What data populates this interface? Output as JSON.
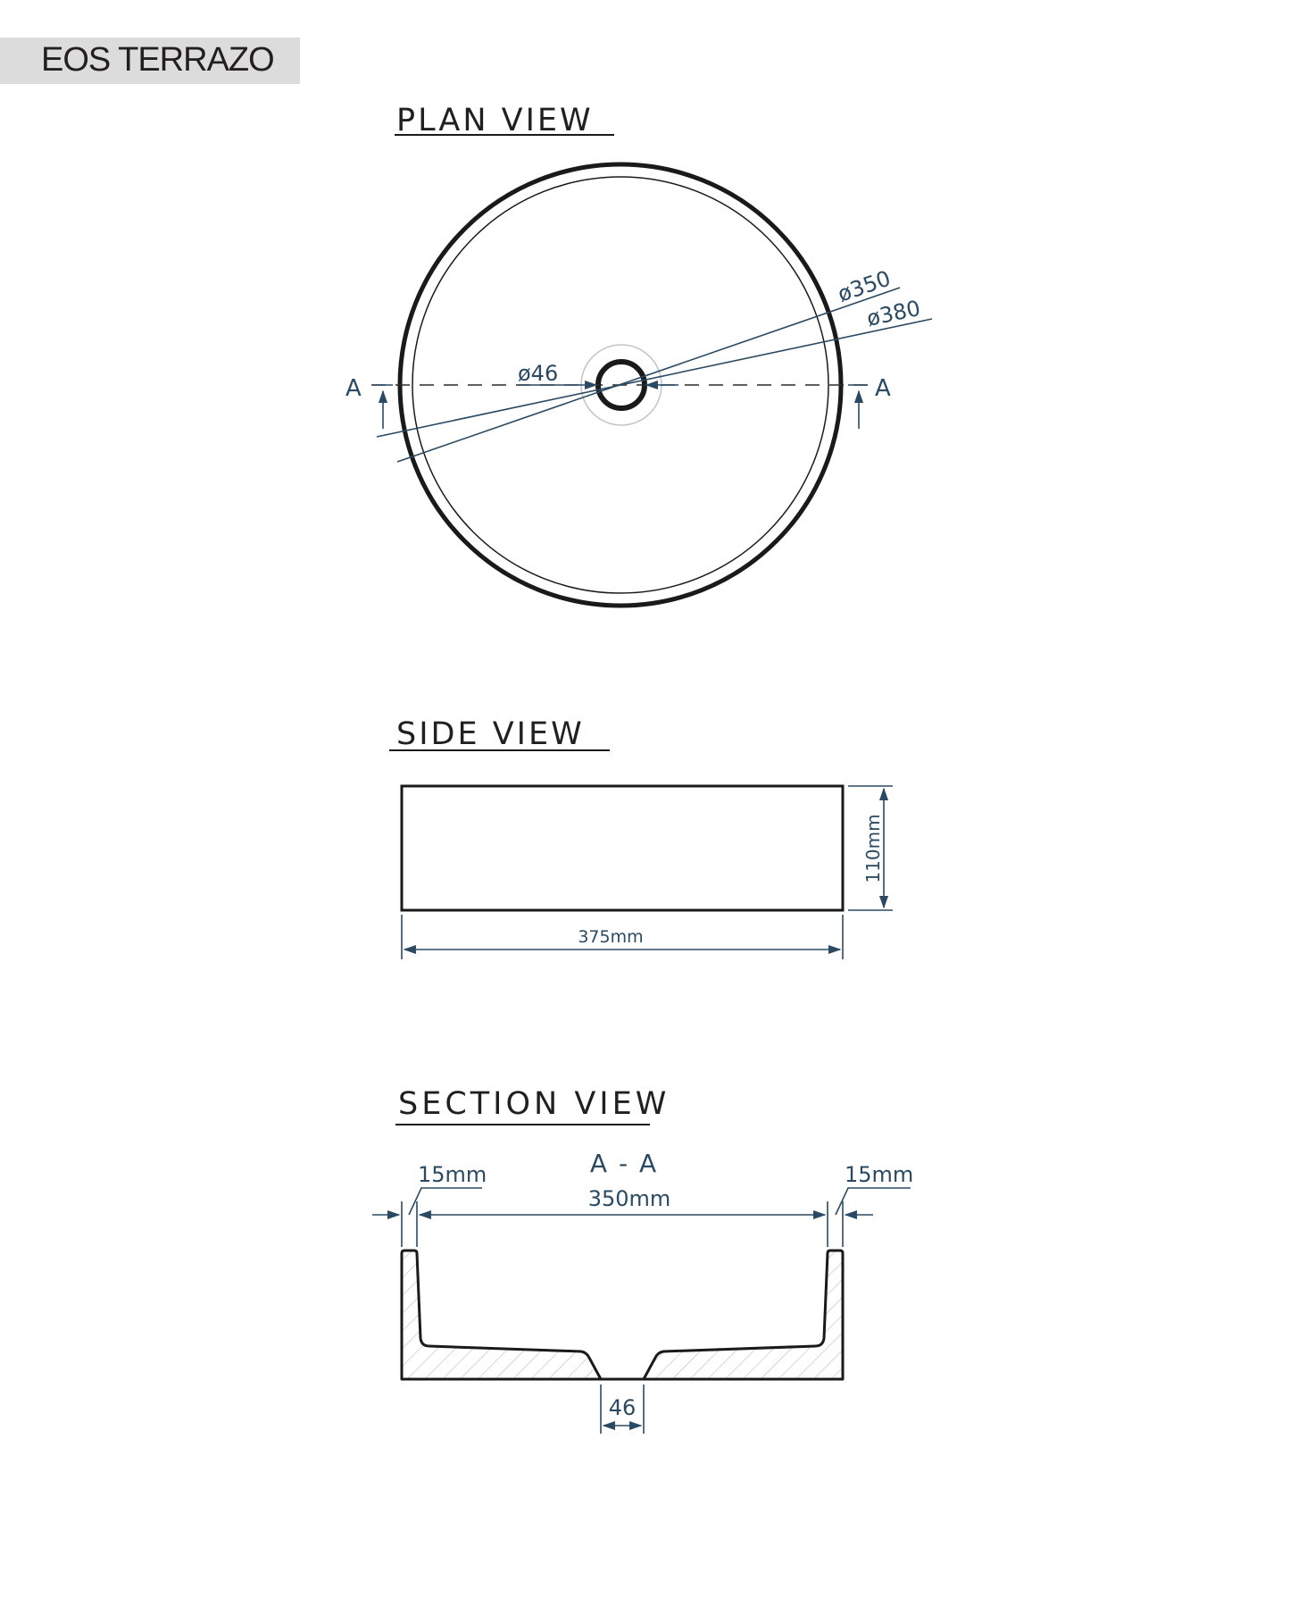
{
  "product_name": "EOS TERRAZO",
  "plan_view": {
    "title": "PLAN VIEW",
    "dia_inner": "ø350",
    "dia_outer": "ø380",
    "dia_waste": "ø46",
    "section_mark_left": "A",
    "section_mark_right": "A"
  },
  "side_view": {
    "title": "SIDE VIEW",
    "height_label": "110mm",
    "width_label": "375mm"
  },
  "section_view": {
    "title": "SECTION VIEW",
    "section_label": "A - A",
    "wall_left": "15mm",
    "wall_right": "15mm",
    "inner_width": "350mm",
    "waste_width": "46"
  },
  "colors": {
    "outline": "#1a1a1a",
    "dimension": "#2a4a63",
    "title_bg": "#dcdcdc"
  }
}
